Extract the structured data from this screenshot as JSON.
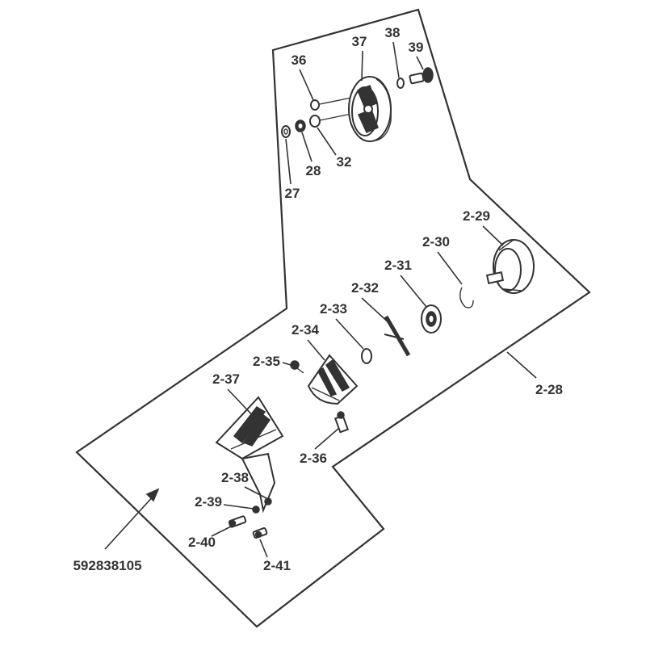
{
  "diagram": {
    "catalog_number": "592838105",
    "assembly_label": "2-28",
    "upper_labels": {
      "p27": "27",
      "p28": "28",
      "p32": "32",
      "p36": "36",
      "p37": "37",
      "p38": "38",
      "p39": "39"
    },
    "lower_labels": {
      "p2_29": "2-29",
      "p2_30": "2-30",
      "p2_31": "2-31",
      "p2_32": "2-32",
      "p2_33": "2-33",
      "p2_34": "2-34",
      "p2_35": "2-35",
      "p2_36": "2-36",
      "p2_37": "2-37",
      "p2_38": "2-38",
      "p2_39": "2-39",
      "p2_40": "2-40",
      "p2_41": "2-41"
    }
  }
}
